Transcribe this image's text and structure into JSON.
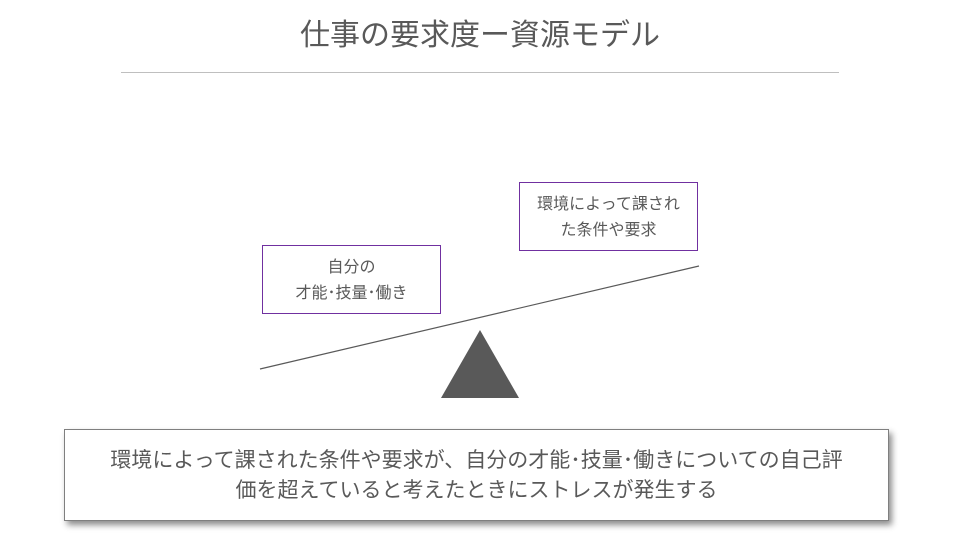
{
  "title": "仕事の要求度ー資源モデル",
  "left_box": {
    "text": "自分の\n才能･技量･働き"
  },
  "right_box": {
    "text": "環境によって課され\nた条件や要求"
  },
  "summary": {
    "text": "環境によって課された条件や要求が、自分の才能･技量･働きについての自己評\n価を超えていると考えたときにストレスが発生する"
  },
  "colors": {
    "text": "#595959",
    "box_border": "#7030a0",
    "fulcrum": "#595959",
    "beam": "#595959",
    "divider": "#bfbfbf"
  }
}
